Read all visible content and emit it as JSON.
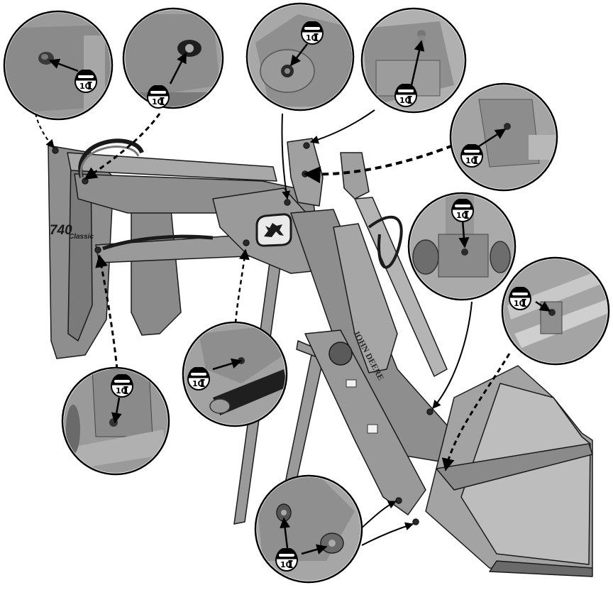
{
  "loader": {
    "model": "740",
    "model_suffix": "Classic",
    "brand": "JOHN DEERE"
  },
  "callouts": [
    {
      "id": "upper-left-pivot",
      "interval": "10"
    },
    {
      "id": "upper-arm-pivot",
      "interval": "10"
    },
    {
      "id": "boom-top-pivot",
      "interval": "10"
    },
    {
      "id": "boom-cylinder-top",
      "interval": "10"
    },
    {
      "id": "upper-link-bracket",
      "interval": "10"
    },
    {
      "id": "bucket-cylinder-rod",
      "interval": "10"
    },
    {
      "id": "bucket-link-right",
      "interval": "10"
    },
    {
      "id": "mount-lower-pivot",
      "interval": "10"
    },
    {
      "id": "boom-cylinder-base",
      "interval": "10"
    },
    {
      "id": "bucket-pivots",
      "interval": "10"
    }
  ],
  "colors": {
    "frame": "#8e8e8e",
    "frame_dark": "#6a6a6a",
    "frame_light": "#b4b4b4",
    "outline": "#1a1a1a"
  }
}
